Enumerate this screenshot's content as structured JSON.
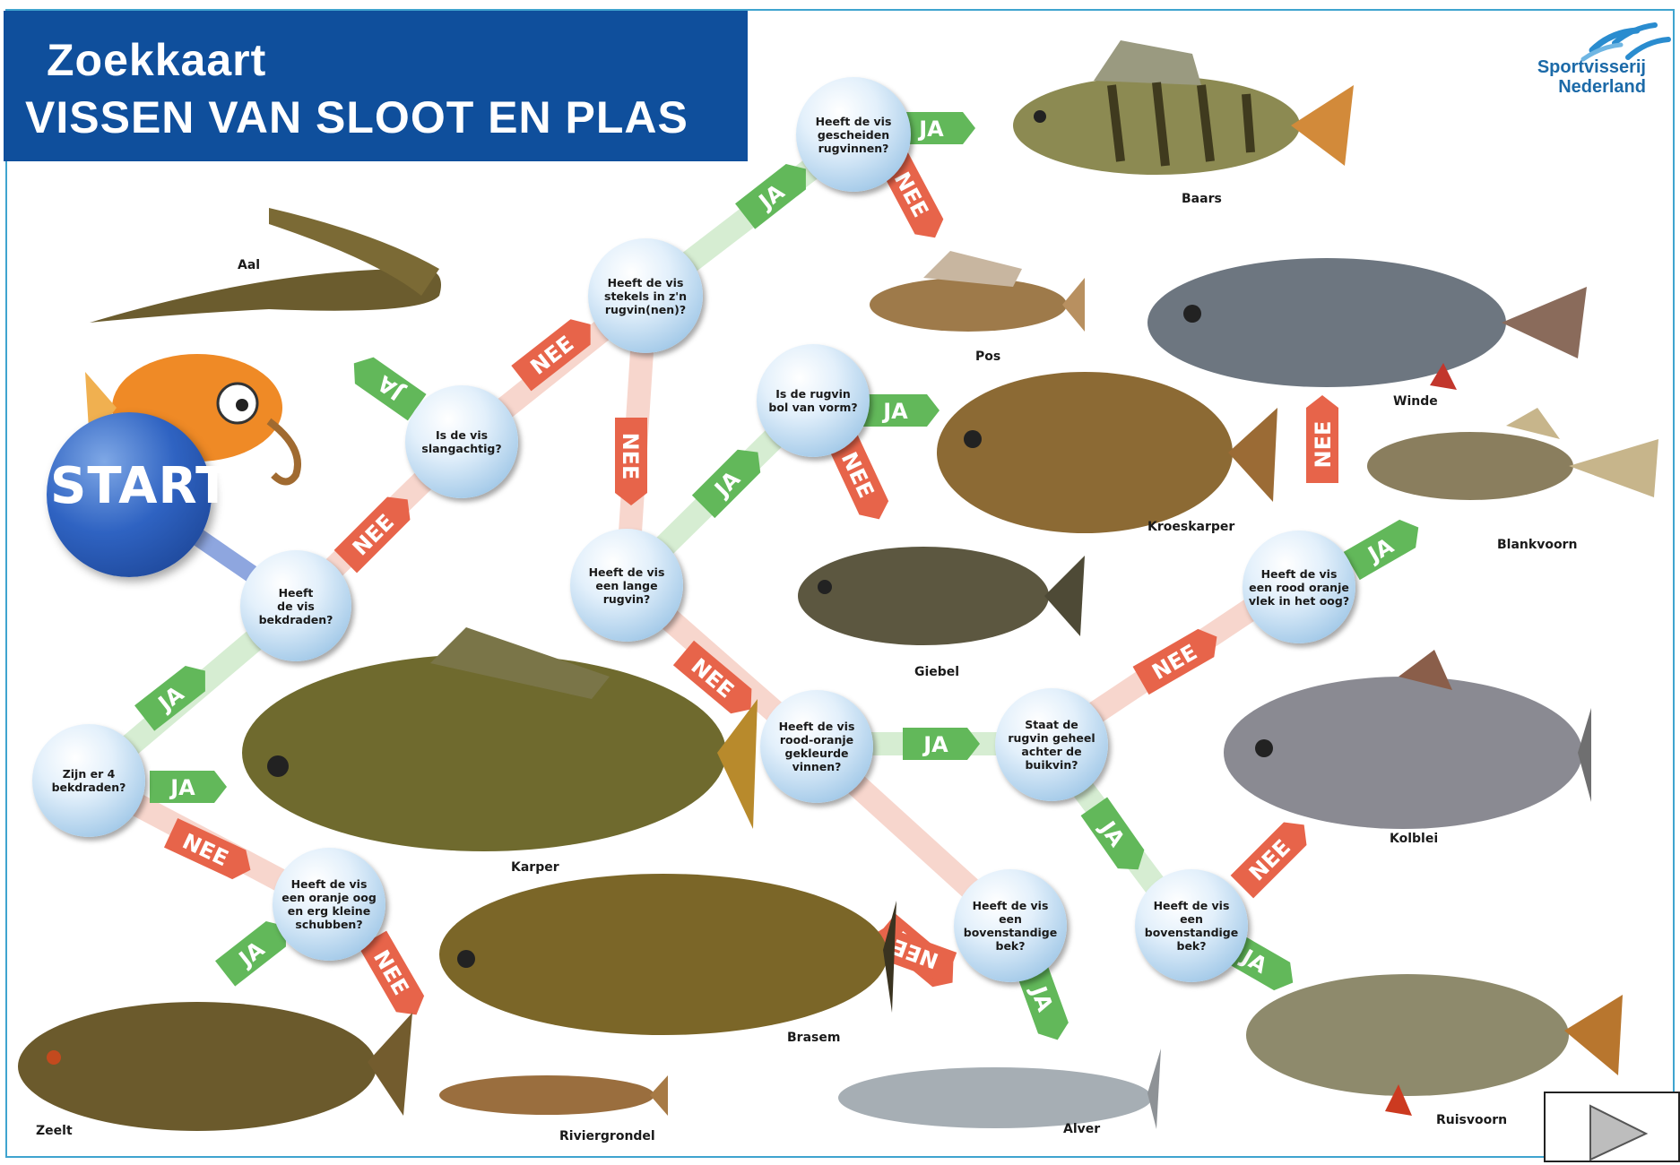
{
  "header": {
    "line1": "Zoekkaart",
    "line2": "VISSEN VAN SLOOT EN PLAS"
  },
  "logo": {
    "line1": "Sportvisserij",
    "line2": "Nederland"
  },
  "start_label": "START",
  "questions": {
    "bekdraden": "Heeft\nde vis\nbekdraden?",
    "slangachtig": "Is de vis\nslangachtig?",
    "stekels": "Heeft de vis\nstekels in z'n\nrugvin(nen)?",
    "gescheiden": "Heeft de vis\ngescheiden\nrugvinnen?",
    "bol": "Is de rugvin\nbol van vorm?",
    "lange_rugvin": "Heeft de vis\neen lange\nrugvin?",
    "roodoranje": "Heeft de vis\nrood-oranje\ngekleurde\nvinnen?",
    "rugvin_achter": "Staat de\nrugvin geheel\nachter de\nbuikvin?",
    "vlek_oog": "Heeft de vis\neen rood oranje\nvlek in het oog?",
    "bovenstandig1": "Heeft de vis\neen\nbovenstandige\nbek?",
    "bovenstandig2": "Heeft de vis\neen\nbovenstandige\nbek?",
    "vier_bekdraden": "Zijn er 4\nbekdraden?",
    "oranje_oog": "Heeft de vis\neen oranje oog\nen erg kleine\nschubben?"
  },
  "answers": {
    "ja": "JA",
    "nee": "NEE"
  },
  "fish": {
    "aal": "Aal",
    "baars": "Baars",
    "pos": "Pos",
    "winde": "Winde",
    "kroeskarper": "Kroeskarper",
    "blankvoorn": "Blankvoorn",
    "giebel": "Giebel",
    "kolblei": "Kolblei",
    "karper": "Karper",
    "brasem": "Brasem",
    "zeelt": "Zeelt",
    "riviergrondel": "Riviergrondel",
    "alver": "Alver",
    "ruisvoorn": "Ruisvoorn"
  },
  "colors": {
    "title_bg": "#0f4f9c",
    "ja_green": "#62b85a",
    "nee_red": "#e7644a",
    "frame": "#3fa4cf"
  },
  "nav": {
    "icon": "play-triangle-icon"
  }
}
